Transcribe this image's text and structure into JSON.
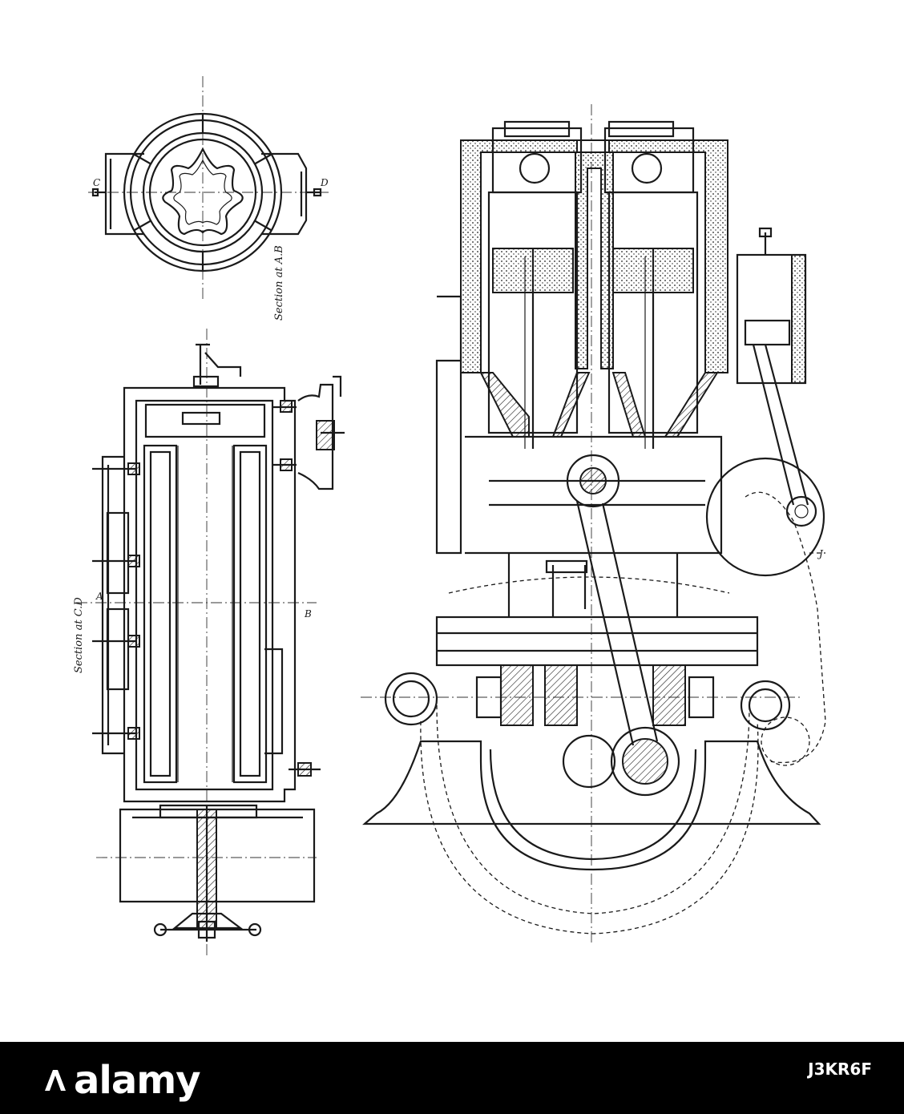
{
  "drawing": {
    "section_ab_label": "Section at A.B",
    "section_cd_label": "Section at C.D",
    "marker_a": "A",
    "marker_b": "B",
    "marker_c": "C",
    "marker_d": "D",
    "marker_j": "J"
  },
  "watermark": {
    "brand": "alamy",
    "image_id": "J3KR6F"
  },
  "colors": {
    "ink": "#1a1a1a",
    "paper": "#ffffff",
    "footer_bg": "#000000",
    "footer_text": "#ffffff"
  }
}
